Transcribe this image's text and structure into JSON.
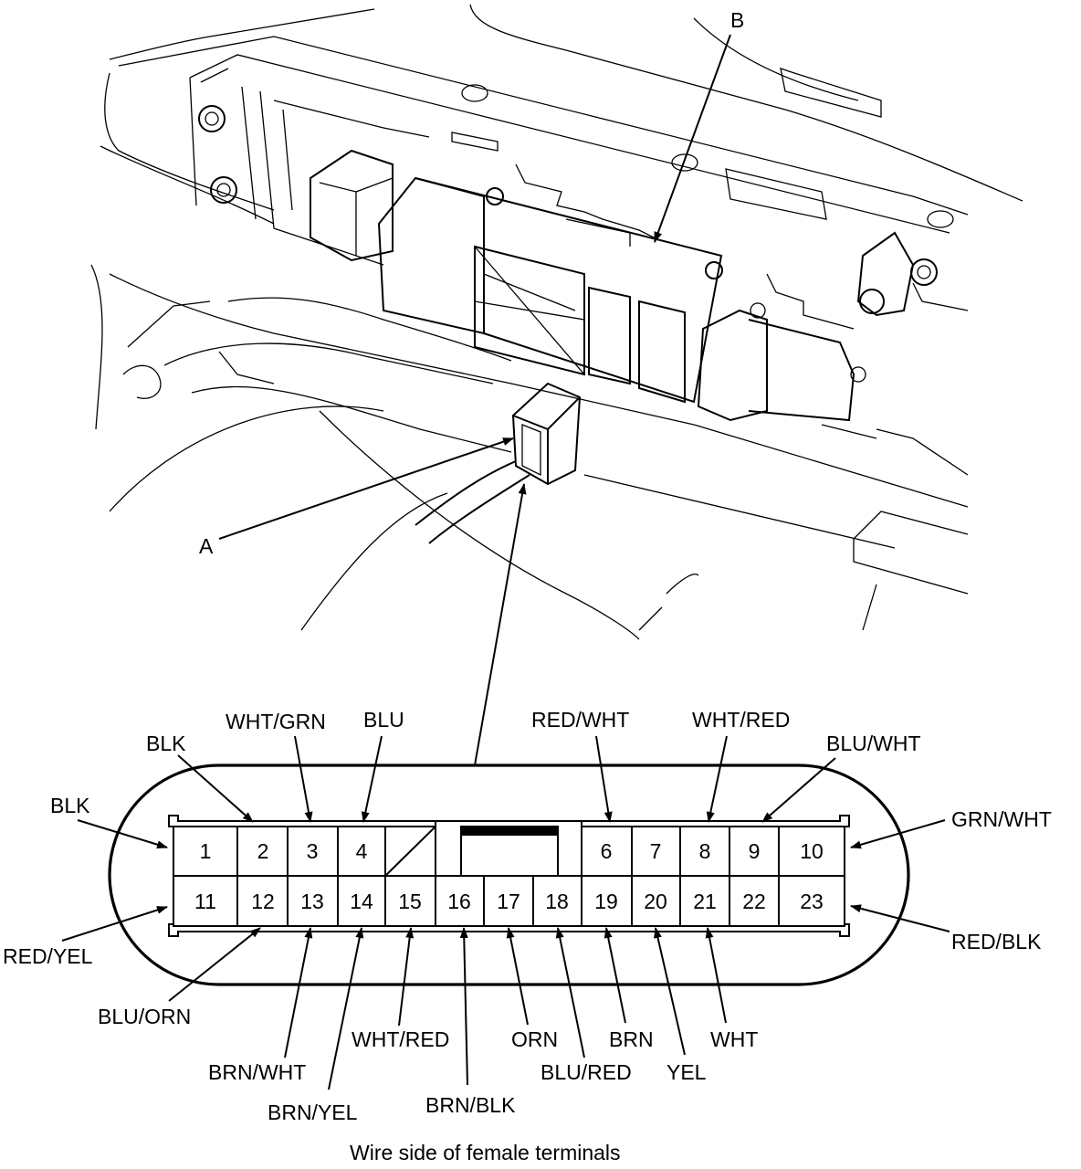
{
  "callouts": {
    "a": "A",
    "b": "B"
  },
  "caption": "Wire side of female terminals",
  "connector": {
    "row1_pins": [
      "1",
      "2",
      "3",
      "4",
      "",
      "6",
      "7",
      "8",
      "9",
      "10"
    ],
    "row2_pins": [
      "11",
      "12",
      "13",
      "14",
      "15",
      "16",
      "17",
      "18",
      "19",
      "20",
      "21",
      "22",
      "23"
    ]
  },
  "wire_labels": {
    "pin1": "BLK",
    "pin2": "BLK",
    "pin3": "WHT/GRN",
    "pin4": "BLU",
    "pin6": "RED/WHT",
    "pin8": "WHT/RED",
    "pin9": "BLU/WHT",
    "pin10": "GRN/WHT",
    "pin11": "RED/YEL",
    "pin12": "BLU/ORN",
    "pin13": "BRN/WHT",
    "pin14": "BRN/YEL",
    "pin15": "WHT/RED",
    "pin16": "BRN/BLK",
    "pin17": "ORN",
    "pin18": "BLU/RED",
    "pin19": "BRN",
    "pin20": "YEL",
    "pin21": "WHT",
    "pin23": "RED/BLK"
  }
}
